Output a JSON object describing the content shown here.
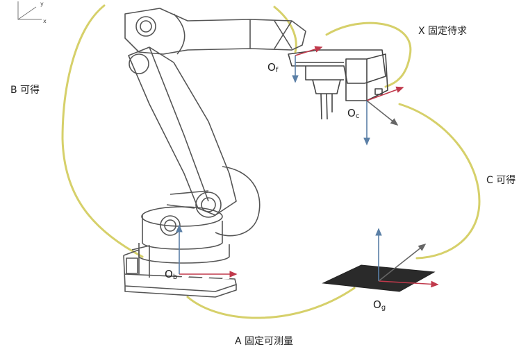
{
  "labels": {
    "b_relation": "B 可得",
    "x_relation": "X 固定待求",
    "c_relation": "C 可得",
    "a_relation": "A 固定可测量"
  },
  "frames": {
    "flange": {
      "main": "O",
      "sub": "f"
    },
    "camera": {
      "main": "O",
      "sub": "c"
    },
    "base": {
      "main": "O",
      "sub": "b"
    },
    "grid": {
      "main": "O",
      "sub": "g"
    }
  },
  "corner_axes": {
    "y": "y",
    "x": "x"
  },
  "colors": {
    "loop": "#d6d06a",
    "axis_red": "#c0394b",
    "axis_blue": "#5a7fa6",
    "axis_gray": "#666666",
    "robot_line": "#555555"
  }
}
